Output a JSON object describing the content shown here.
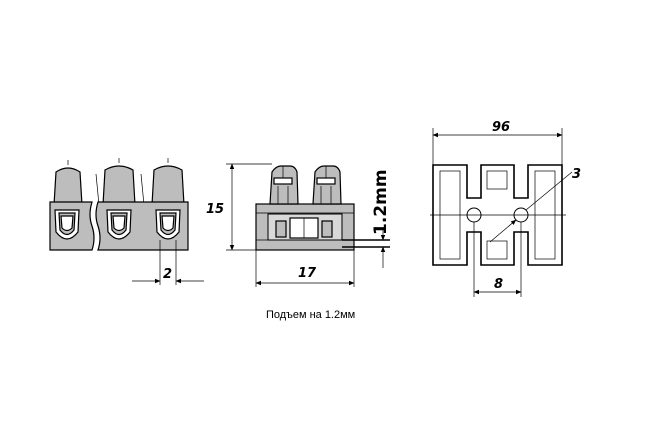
{
  "dimensions": {
    "pitch_front": "2",
    "height_side": "15",
    "width_side": "17",
    "lift": "1.2mm",
    "length_top": "96",
    "hole_diameter": "3",
    "hole_spacing": "8"
  },
  "caption": "Подъем на 1.2мм",
  "colors": {
    "body_fill": "#bdbdbd",
    "line": "#000000"
  }
}
